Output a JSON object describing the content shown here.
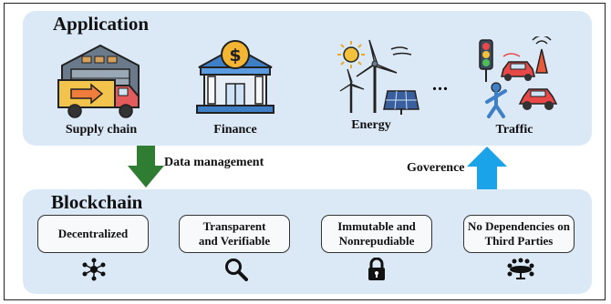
{
  "application": {
    "title": "Application",
    "items": [
      {
        "label": "Supply chain",
        "icon": "truck-warehouse-icon"
      },
      {
        "label": "Finance",
        "icon": "bank-icon"
      },
      {
        "label": "Energy",
        "icon": "wind-solar-icon"
      },
      {
        "label": "Traffic",
        "icon": "traffic-icon"
      }
    ],
    "ellipsis": "..."
  },
  "arrows": {
    "down_label": "Data management",
    "up_label": "Goverence",
    "down_color": "#2e7d32",
    "up_color": "#1aa3e8"
  },
  "blockchain": {
    "title": "Blockchain",
    "features": [
      {
        "line1": "Decentralized",
        "line2": "",
        "icon": "network-nodes-icon"
      },
      {
        "line1": "Transparent",
        "line2": "and Verifiable",
        "icon": "magnifier-icon"
      },
      {
        "line1": "Immutable and",
        "line2": "Nonrepudiable",
        "icon": "lock-icon"
      },
      {
        "line1": "No Dependencies on",
        "line2": "Third Parties",
        "icon": "people-table-icon"
      }
    ]
  },
  "colors": {
    "panel_bg": "#dbe9f7"
  }
}
